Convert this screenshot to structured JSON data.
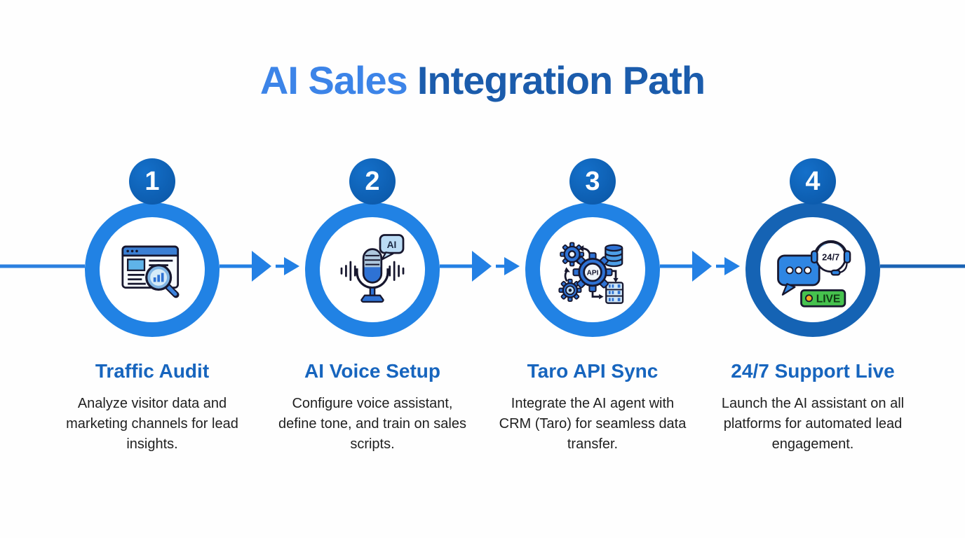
{
  "title": {
    "part1": "AI Sales",
    "part2": "Integration Path"
  },
  "steps": [
    {
      "number": "1",
      "title": "Traffic Audit",
      "description": "Analyze visitor data and marketing channels for lead insights.",
      "icon": "browser-analytics-magnifier-icon"
    },
    {
      "number": "2",
      "title": "AI Voice Setup",
      "description": "Configure voice assistant, define tone, and train on sales scripts.",
      "icon": "microphone-soundwave-icon",
      "icon_label": "AI"
    },
    {
      "number": "3",
      "title": "Taro API Sync",
      "description": "Integrate the AI agent with CRM (Taro) for seamless data transfer.",
      "icon": "api-gears-database-icon",
      "icon_label": "API"
    },
    {
      "number": "4",
      "title": "24/7 Support Live",
      "description": "Launch the AI assistant on all platforms for automated lead engagement.",
      "icon": "chat-headset-live-icon",
      "icon_labels": {
        "clock": "24/7",
        "badge": "LIVE"
      }
    }
  ],
  "colors": {
    "title_part1": "#3c84e8",
    "title_part2": "#1b5cac",
    "ring_steps_1_to_3": "#2182e4",
    "ring_step_4": "#1563b4",
    "number_badge": "#0b60b6",
    "step_title": "#1765be",
    "body_text": "#1f1f1f",
    "connector_bright": "#2380e4",
    "connector_exit": "#1a63b4",
    "icon_outline": "#17172e",
    "icon_blue": "#2e72d4",
    "icon_light_blue": "#bbdcf5",
    "live_badge_green": "#46c24e",
    "live_dot_orange": "#f5a623"
  }
}
